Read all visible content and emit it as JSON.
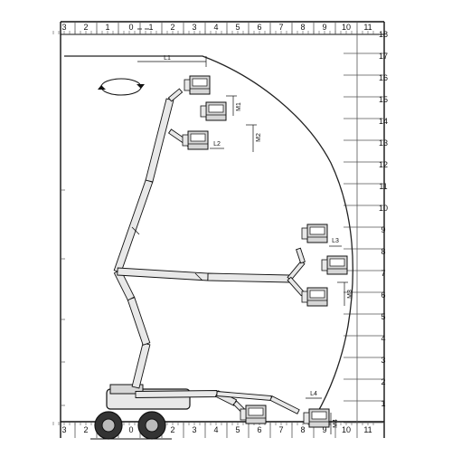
{
  "diagram": {
    "colors": {
      "line": "#111111",
      "grid": "#555555",
      "envelope": "#222222",
      "boom_fill": "#e8e8e8",
      "basket_fill": "#d6d6d6"
    },
    "top_axis": [
      "3",
      "2",
      "1",
      "0",
      "1",
      "2",
      "3",
      "4",
      "5",
      "6",
      "7",
      "8",
      "9",
      "10",
      "11"
    ],
    "bottom_axis": [
      "3",
      "2",
      "1",
      "0",
      "1",
      "2",
      "3",
      "4",
      "5",
      "6",
      "7",
      "8",
      "9",
      "10",
      "11"
    ],
    "right_axis": [
      "18",
      "17",
      "16",
      "15",
      "14",
      "13",
      "12",
      "11",
      "10",
      "9",
      "8",
      "7",
      "6",
      "5",
      "4",
      "3",
      "2",
      "1"
    ],
    "dimension_labels": {
      "l1": "L1",
      "m1": "M1",
      "m2": "M2",
      "l2": "L2",
      "l3": "L3",
      "m3": "M3",
      "l4": "L4",
      "m4": "M4"
    },
    "rotation_icon": "rotation-arrows-icon"
  }
}
